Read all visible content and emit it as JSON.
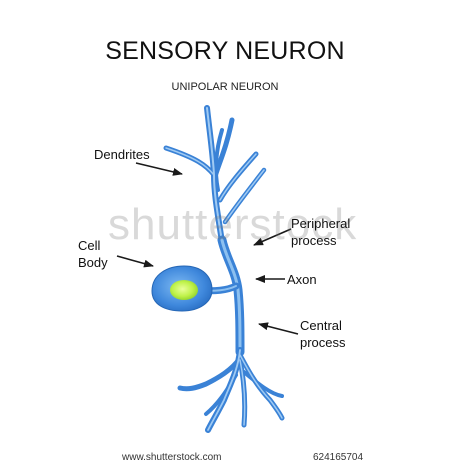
{
  "diagram": {
    "title": "SENSORY NEURON",
    "subtitle": "UNIPOLAR NEURON",
    "labels": {
      "dendrites": "Dendrites",
      "cell_body": [
        "Cell",
        "Body"
      ],
      "peripheral_process": [
        "Peripheral",
        "process"
      ],
      "axon": "Axon",
      "central_process": [
        "Central",
        "process"
      ]
    },
    "colors": {
      "neuron_fill": "#4a90e2",
      "neuron_light": "#8fc0f0",
      "neuron_dark": "#2266b8",
      "nucleus": "#b7f03c",
      "arrow": "#1a1a1a"
    }
  },
  "watermark": {
    "text": "shutterstock"
  },
  "footer": {
    "site": "www.shutterstock.com",
    "image_id": "624165704"
  }
}
